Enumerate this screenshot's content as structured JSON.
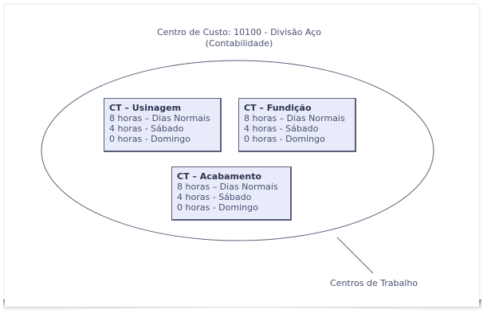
{
  "diagram": {
    "title_line1": "Centro de Custo: 10100 - Divisão Aço",
    "title_line2": "(Contabilidade)",
    "callout_label": "Centros de Trabalho",
    "colors": {
      "box_fill": "#e8ecfa",
      "box_border": "#5a5e78",
      "text": "#4a5070",
      "ellipse_stroke": "#5a5e78"
    },
    "work_centers": [
      {
        "name": "CT – Usinagem",
        "lines": [
          "8 horas – Dias Normais",
          "4 horas - Sábado",
          "0 horas - Domingo"
        ]
      },
      {
        "name": "CT – Fundição",
        "lines": [
          "8 horas – Dias Normais",
          "4 horas - Sábado",
          "0 horas - Domingo"
        ]
      },
      {
        "name": "CT – Acabamento",
        "lines": [
          "8 horas – Dias Normais",
          "4 horas - Sábado",
          "0 horas - Domingo"
        ]
      }
    ]
  }
}
